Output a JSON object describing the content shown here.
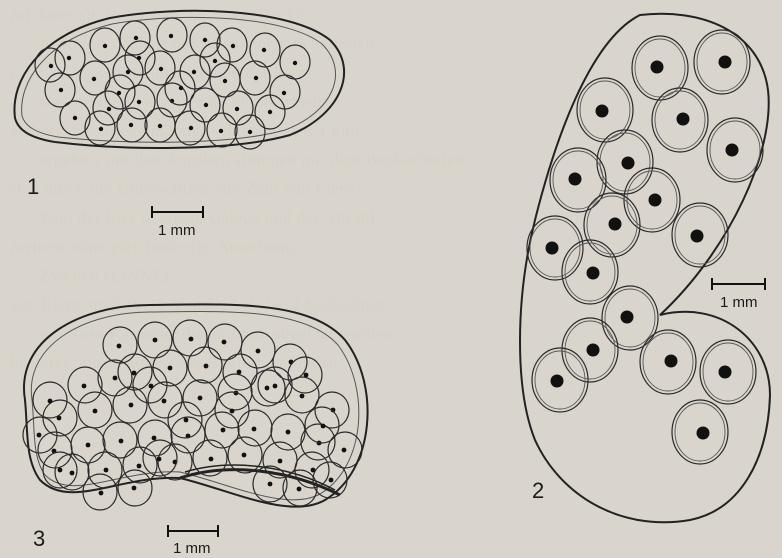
{
  "figures": [
    {
      "number": "1",
      "scale_bar_label": "1 mm",
      "egg_count": 34,
      "shape": "oval"
    },
    {
      "number": "2",
      "scale_bar_label": "1 mm",
      "egg_count": 18,
      "shape": "kidney"
    },
    {
      "number": "3",
      "scale_bar_label": "1 mm",
      "egg_count": 56,
      "shape": "bean"
    }
  ],
  "bleed_through_lines": [
    "zeichnen sie zu leichen. Die Lage der Ur",
    "tiger, die sich auf der Blattunterseite befinden",
    "eichnen an, schliesslich ein und der Eier",
    "was so, die Eier waren nicht mit freiem",
    "eicher oder unregelmässig rechteckig und 1 mm",
    "ergebnis mit den Angaben stimmen mit dem Beobachteten",
    "sich durch die Unterschiede der Zahl von Eiern",
    "Zahl der Eier in einem Gelege und der Anzahl",
    "zertreut ohne gleichmässige Anordnung",
    "Zweiten (LINNÉ)",
    "von Eiern am 6.IV.1972 und 13.IV.1972 beobachtet",
    "auf Ross-Kastanie, die an Laub abgelegt wurden",
    "bemerkt, die an Unterseite Blättern gefunden"
  ]
}
